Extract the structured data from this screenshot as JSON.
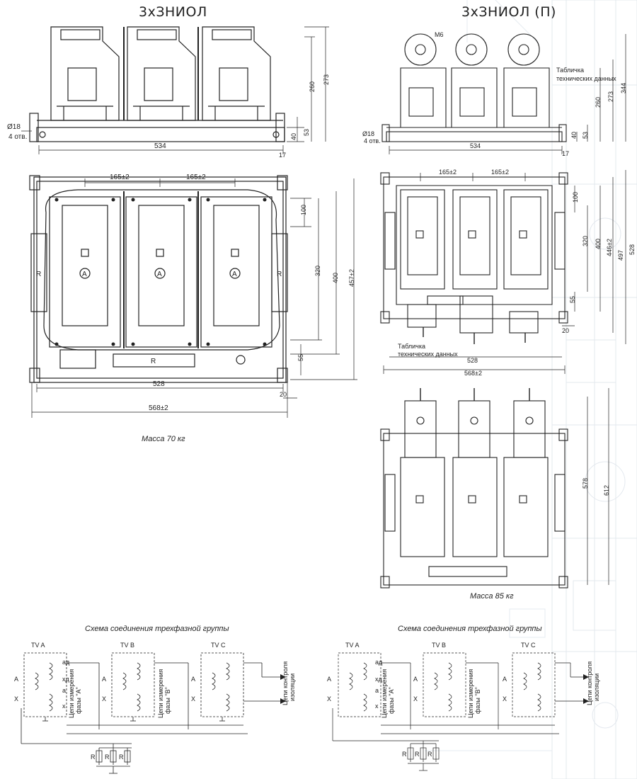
{
  "titles": {
    "left": "3хЗНИОЛ",
    "right": "3хЗНИОЛ (П)"
  },
  "left_view": {
    "hole_note": [
      "Ø18",
      "4 отв."
    ],
    "dim_width_top": "534",
    "dim_side_17": "17",
    "dim_h_40": "40",
    "dim_h_53": "53",
    "dim_h_260": "260",
    "dim_h_273": "273",
    "dim_pitch_1": "165±2",
    "dim_pitch_2": "165±2",
    "dim_100": "100",
    "dim_320": "320",
    "dim_400": "400",
    "dim_457": "457±2",
    "dim_55": "55",
    "dim_528": "528",
    "dim_20": "20",
    "dim_568": "568±2",
    "resistor_label": "R",
    "ammeter_label": "A",
    "mass": "Масса 70 кг"
  },
  "right_view": {
    "hole_note": [
      "Ø18",
      "4 отв."
    ],
    "m_label": "M6",
    "plate_note_top": [
      "Табличка",
      "технических данных"
    ],
    "plate_note_bottom": [
      "Табличка",
      "технических данных"
    ],
    "dim_width_top": "534",
    "dim_side_17": "17",
    "dim_h_40": "40",
    "dim_h_53": "53",
    "dim_h_260": "260",
    "dim_h_273": "273",
    "dim_h_344": "344",
    "dim_pitch_1": "165±2",
    "dim_pitch_2": "165±2",
    "dim_100": "100",
    "dim_320": "320",
    "dim_400": "400",
    "dim_446": "446±2",
    "dim_497": "497",
    "dim_528v": "528",
    "dim_55": "55",
    "dim_20": "20",
    "dim_528": "528",
    "dim_568": "568±2",
    "dim_578": "578",
    "dim_612": "612",
    "mass": "Масса 85 кг"
  },
  "schemes": {
    "left": {
      "title": "Схема соединения трехфазной группы",
      "phases": [
        "TV A",
        "TV B",
        "TV C"
      ],
      "terminals": [
        "aд",
        "xд",
        "a",
        "x"
      ],
      "primary": [
        "A",
        "X"
      ],
      "meas_a": [
        "Цепи измерения",
        "фазы \"А\""
      ],
      "meas_b": [
        "Цепи измерения",
        "фазы \"В\""
      ],
      "control": [
        "Цепи контроля",
        "изоляции"
      ],
      "r_labels": [
        "R",
        "R",
        "R"
      ]
    },
    "right": {
      "title": "Схема соединения трехфазной группы",
      "phases": [
        "TV A",
        "TV B",
        "TV C"
      ],
      "terminals": [
        "aд",
        "xд",
        "a",
        "x"
      ],
      "primary": [
        "A",
        "X"
      ],
      "meas_a": [
        "Цепи измерения",
        "фазы \"А\""
      ],
      "meas_b": [
        "Цепи измерения",
        "фазы \"В\""
      ],
      "control": [
        "Цепи контроля",
        "изоляции"
      ],
      "r_labels": [
        "R",
        "R",
        "R"
      ]
    }
  },
  "colors": {
    "ink": "#222222",
    "paper": "#ffffff",
    "watermark": "#c9d3de"
  }
}
